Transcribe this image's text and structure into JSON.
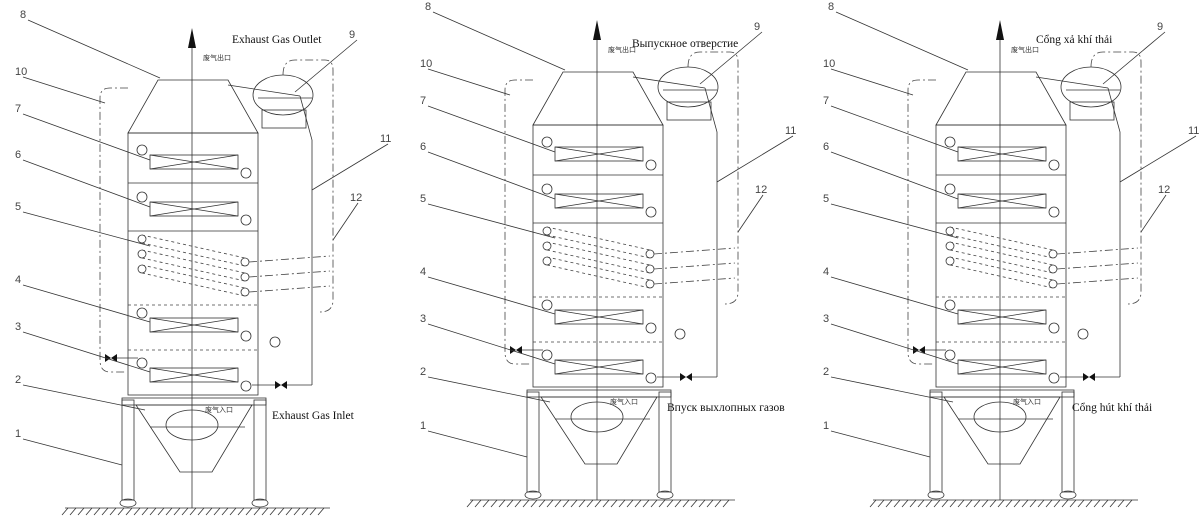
{
  "panels": [
    {
      "language": "English",
      "outlet_label": "Exhaust Gas Outlet",
      "inlet_label": "Exhaust Gas Inlet"
    },
    {
      "language": "Russian",
      "outlet_label": "Выпускное отверстие",
      "inlet_label": "Впуск выхлопных газов"
    },
    {
      "language": "Vietnamese",
      "outlet_label": "Cổng xả khí thải",
      "inlet_label": "Cổng hút khí thải"
    }
  ],
  "chinese_labels": {
    "outlet": "废气出口",
    "inlet": "废气入口"
  },
  "part_numbers": [
    "1",
    "2",
    "3",
    "4",
    "5",
    "6",
    "7",
    "8",
    "9",
    "10",
    "11",
    "12"
  ]
}
